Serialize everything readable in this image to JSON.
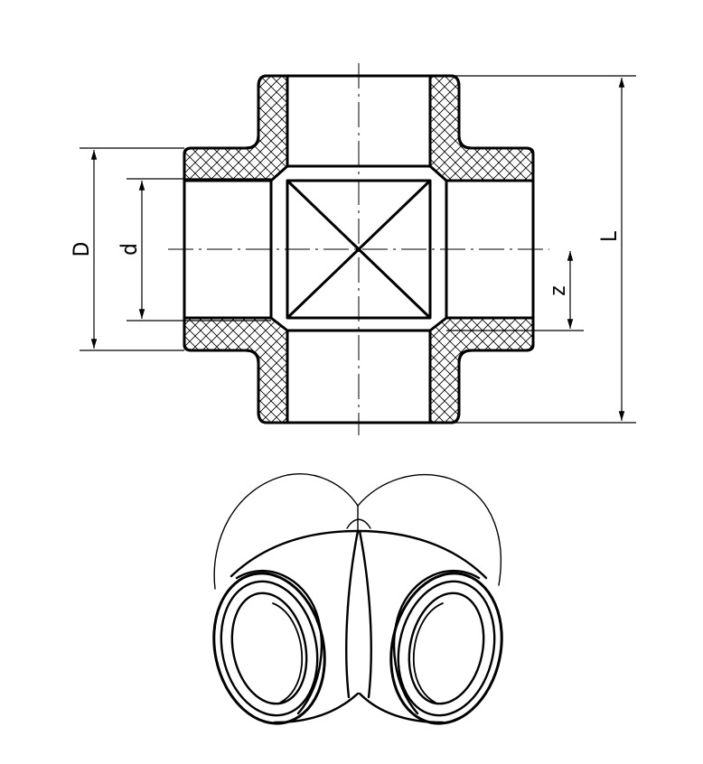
{
  "colors": {
    "line": "#000000",
    "background": "#ffffff"
  },
  "dimensions": {
    "outer_diameter": "D",
    "inner_diameter": "d",
    "length": "L",
    "insertion": "z"
  }
}
